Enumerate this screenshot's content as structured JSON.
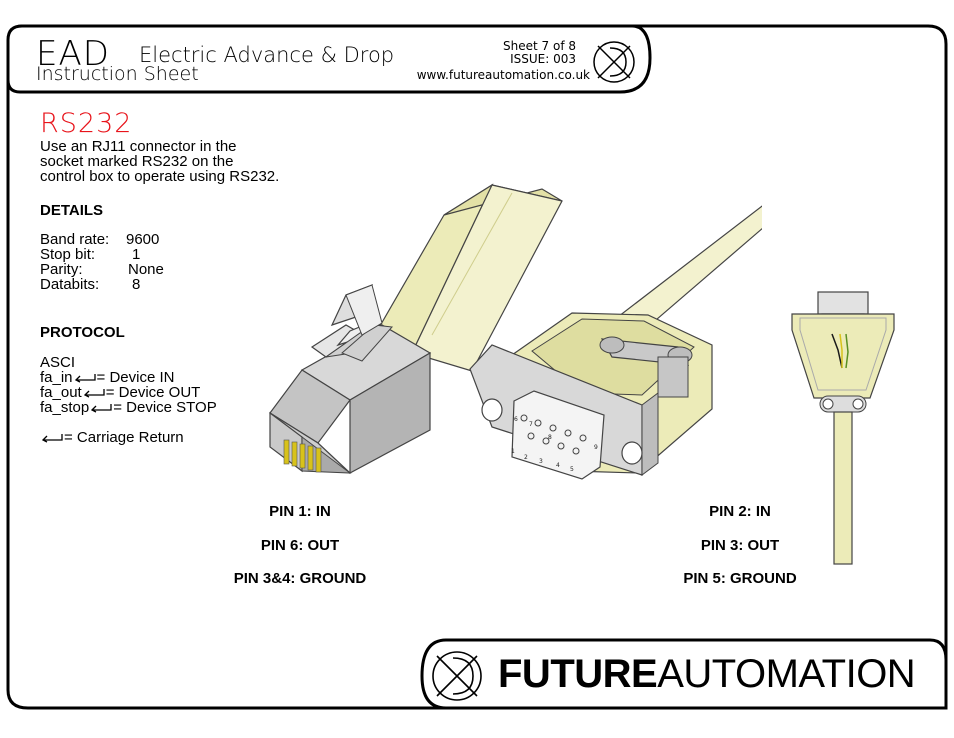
{
  "header": {
    "product_code": "EAD",
    "product_name": "Electric Advance & Drop",
    "doc_type": "Instruction Sheet",
    "sheet": "Sheet 7 of 8",
    "issue": "ISSUE: 003",
    "website": "www.futureautomation.co.uk"
  },
  "section": {
    "title": "RS232",
    "intro_lines": [
      "Use an RJ11 connector in the",
      "socket marked RS232 on the",
      "control box to operate using RS232."
    ]
  },
  "details": {
    "heading": "DETAILS",
    "rows": [
      {
        "key": "Band rate:",
        "value": "9600"
      },
      {
        "key": "Stop bit:",
        "value": "1"
      },
      {
        "key": "Parity:",
        "value": "None"
      },
      {
        "key": "Databits:",
        "value": "8"
      }
    ]
  },
  "protocol": {
    "heading": "PROTOCOL",
    "type": "ASCI",
    "commands": [
      {
        "cmd": "fa_in",
        "desc": "= Device IN"
      },
      {
        "cmd": "fa_out",
        "desc": "= Device OUT"
      },
      {
        "cmd": "fa_stop",
        "desc": "= Device STOP"
      }
    ],
    "legend": "= Carriage Return"
  },
  "pins_rj11": [
    "PIN 1:  IN",
    "PIN 6:  OUT",
    "PIN 3&4:  GROUND"
  ],
  "pins_dsub": [
    "PIN 2:  IN",
    "PIN 3:  OUT",
    "PIN 5:  GROUND"
  ],
  "dsub_pin_numbers": [
    "1",
    "2",
    "3",
    "4",
    "5",
    "6",
    "7",
    "8",
    "9"
  ],
  "footer": {
    "brand_bold": "FUTURE",
    "brand_light": "AUTOMATION"
  },
  "colors": {
    "accent_red": "#e8141b",
    "cable_yellow": "#ecebb8",
    "body_grey": "#d3d3d3",
    "contact_gold": "#d8c21a"
  },
  "icons": [
    "future-automation-logo-icon",
    "carriage-return-icon"
  ]
}
